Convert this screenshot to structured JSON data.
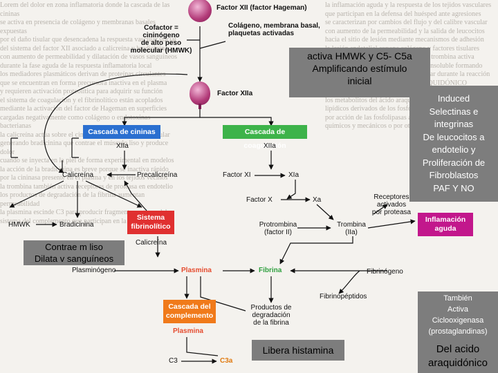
{
  "colors": {
    "blue_box": "#2a6fd0",
    "green_box": "#3db34a",
    "red_box": "#e03030",
    "orange_box": "#f07a1a",
    "magenta_box": "#c2178c",
    "note_grey": "#7d7d7d",
    "plasmina_text": "#e54b2e",
    "fibrina_text": "#2e9f3e",
    "c3a_text": "#e07a10",
    "factor_ball": "#b23a78"
  },
  "nodes": {
    "factor_xii": "Factor XII (factor Hageman)",
    "cofactor": "Cofactor =\ncininógeno\nde alto peso\nmolecular (HMWK)",
    "colageno": "Colágeno, membrana basal,\nplaquetas activadas",
    "factor_xiia": "Factor XIIa",
    "xiia_left": "XIIa",
    "xiia_right": "XIIa",
    "calicreina": "Calicreína",
    "precalicreina": "Precalicreína",
    "factor_xi": "Factor XI",
    "xia": "XIa",
    "factor_x": "Factor X",
    "xa": "Xa",
    "receptores": "Receptores\nactivados\npor proteasa",
    "hmwk": "HMWK",
    "bradicinina": "Bradicinina",
    "calicreina2": "Calicreína",
    "protrombina": "Protrombina\n(factor II)",
    "trombina": "Trombina\n(IIa)",
    "plasminogeno": "Plasminógeno",
    "plasmina": "Plasmina",
    "fibrina": "Fibrina",
    "fibrinogeno": "Fibrinógeno",
    "fibrinopeptidos": "Fibrinopéptidos",
    "plasmina2": "Plasmina",
    "productos": "Productos de\ndegradación\nde la fibrina",
    "c3": "C3",
    "c3a": "C3a"
  },
  "boxes": {
    "cininas": "Cascada de cininas",
    "coagulacion": "Cascada de coagulación",
    "fibrinolitico": "Sistema\nfibrinolítico",
    "inflamacion": "Inflamación\naguda",
    "complemento": "Cascada del\ncomplemento"
  },
  "notes": {
    "activa": "activa HMWK y C5- C5a\nAmplificando estímulo\ninicial",
    "induced": "Induced\nSelectinas e\nintegrinas\nDe leucocitos a\nendotelio y\nProliferación de\nFibroblastos\nPAF Y NO",
    "contrae": "Contrae m liso\nDilata v sanguíneos",
    "libera": "Libera histamina",
    "tambien": "También\nActiva\nCiclooxigenasa\n(prostaglandinas)",
    "acido": "Del acido\naraquidónico"
  }
}
